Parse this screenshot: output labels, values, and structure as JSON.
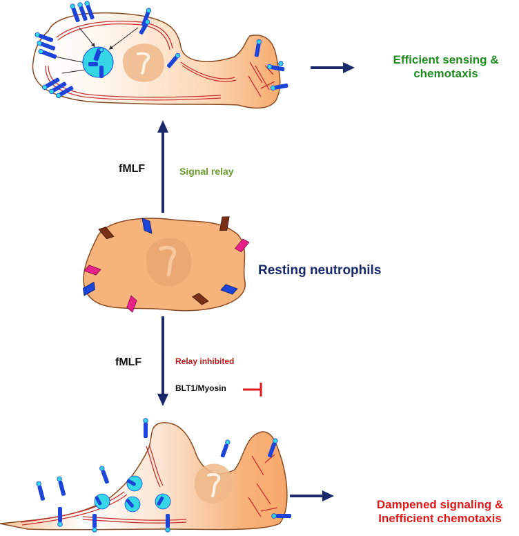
{
  "labels": {
    "efficient_line1": "Efficient sensing &",
    "efficient_line2": "chemotaxis",
    "resting": "Resting neutrophils",
    "fmlf_top": "fMLF",
    "signal_relay": "Signal relay",
    "fmlf_bottom": "fMLF",
    "relay_inhibited": "Relay inhibited",
    "blt1_myosin": "BLT1/Myosin",
    "dampened_line1": "Dampened signaling &",
    "dampened_line2": "Inefficient chemotaxis"
  },
  "colors": {
    "navy_arrow": "#1a2a6c",
    "green_text": "#1e8c1e",
    "olive_text": "#6a9a28",
    "red_text": "#e01818",
    "dark_red_text": "#b81818",
    "resting_text": "#1a2a6c",
    "cell_fill": "#f6b47c",
    "cell_edge": "#8a4a22",
    "nucleus": "#e8a878",
    "receptor_blue": "#1c44d8",
    "ligand_cyan": "#35d6e6",
    "pink_receptor": "#e8208a",
    "brown_receptor": "#7a3018",
    "cytoskeleton": "#c83030",
    "endosome": "#35d6e6"
  },
  "icons": {
    "top_cell": "polarized-neutrophil",
    "middle_cell": "resting-neutrophil",
    "bottom_cell": "elongated-neutrophil",
    "inhibition": "inhibition-t-bar-icon"
  }
}
